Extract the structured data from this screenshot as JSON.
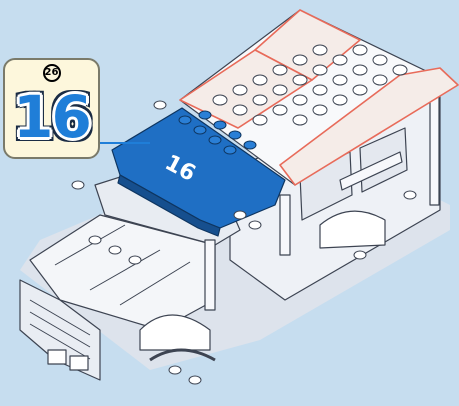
{
  "instruction": {
    "sub_step_number": "26",
    "step_number": "16",
    "roof_part_label": "16"
  },
  "colors": {
    "background": "#c6ddef",
    "callout_background": "#fdf7dc",
    "step_number_color": "#1f7ed8",
    "roof_part_color": "#1f6fc4",
    "new_part_outline": "#e86b5a",
    "model_color": "#f2f4f8"
  },
  "icons": {
    "connector": "callout-connector-line"
  }
}
